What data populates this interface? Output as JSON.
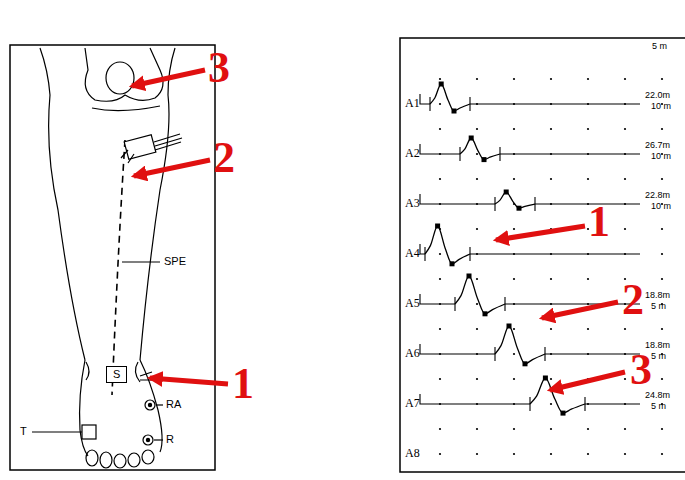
{
  "diagram": {
    "nodes": [
      {
        "text": [
          "S"
        ]
      }
    ],
    "labels": [
      "3",
      "2",
      "SPE",
      "1",
      "RA",
      "T",
      "R",
      "5 m",
      "A1",
      "22.0m",
      "10 m",
      "A2",
      "26.7m",
      "10 m",
      "A3",
      "22.8m",
      "10 m",
      "A4",
      "1",
      "A5",
      "18.8m",
      "5 m",
      "2",
      "A6",
      "18.8m",
      "5 m",
      "3",
      "A7",
      "24.8m",
      "5 m",
      "A8"
    ]
  }
}
